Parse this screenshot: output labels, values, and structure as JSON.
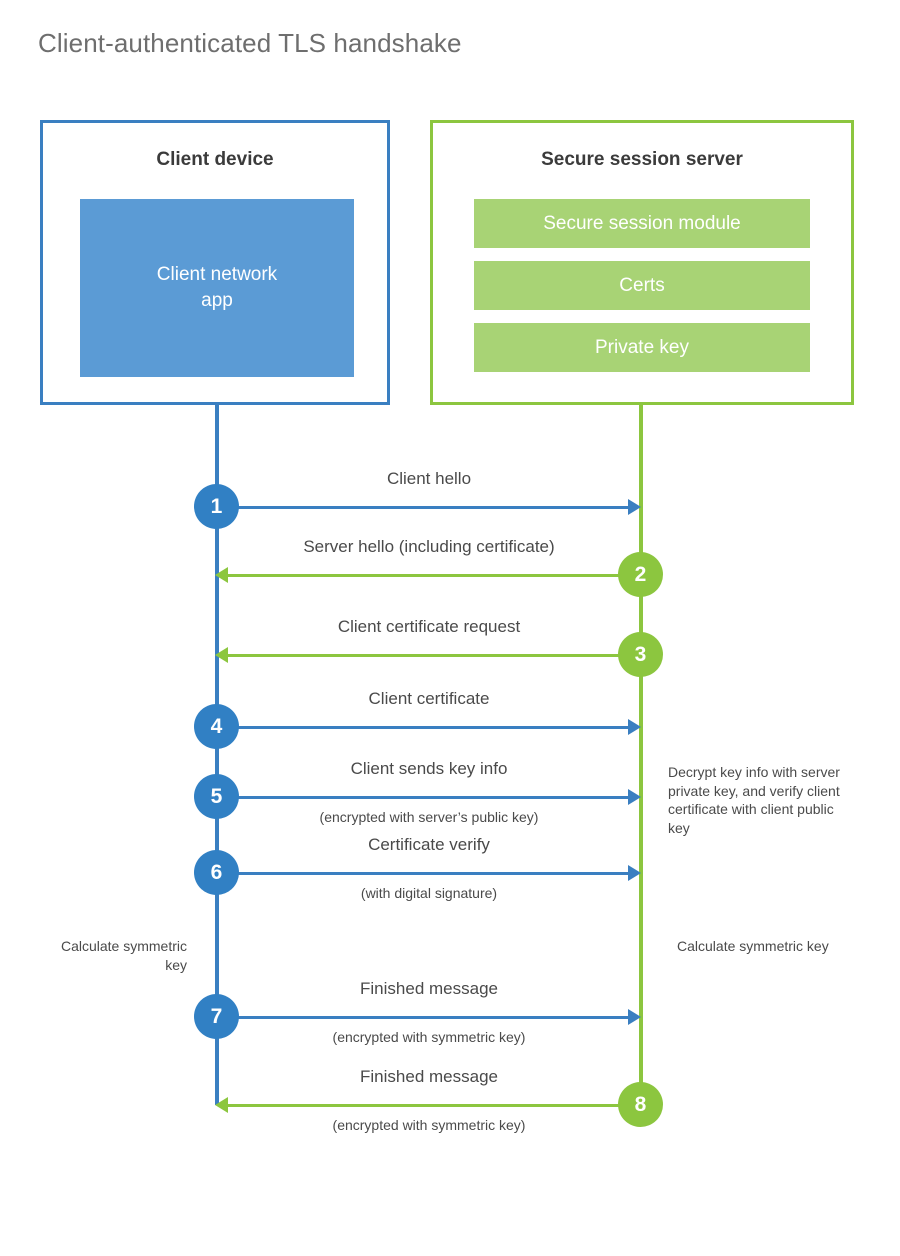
{
  "title": "Client-authenticated TLS handshake",
  "colors": {
    "client_blue": "#3a7fc1",
    "client_app_fill": "#5b9bd5",
    "client_circle": "#3180c4",
    "server_green": "#8cc63f",
    "server_bar_fill": "#a8d375",
    "title_gray": "#6e6e6e",
    "text_gray": "#4a4a4a"
  },
  "client": {
    "title": "Client device",
    "app_label": "Client network\napp"
  },
  "server": {
    "title": "Secure session server",
    "components": [
      "Secure session module",
      "Certs",
      "Private key"
    ]
  },
  "steps": [
    {
      "number": "1",
      "direction": "to-server",
      "label": "Client hello",
      "sublabel": ""
    },
    {
      "number": "2",
      "direction": "to-client",
      "label": "Server hello (including certificate)",
      "sublabel": ""
    },
    {
      "number": "3",
      "direction": "to-client",
      "label": "Client certificate request",
      "sublabel": ""
    },
    {
      "number": "4",
      "direction": "to-server",
      "label": "Client certificate",
      "sublabel": ""
    },
    {
      "number": "5",
      "direction": "to-server",
      "label": "Client sends key info",
      "sublabel": "(encrypted with server’s public key)"
    },
    {
      "number": "6",
      "direction": "to-server",
      "label": "Certificate verify",
      "sublabel": "(with digital signature)"
    },
    {
      "number": "7",
      "direction": "to-server",
      "label": "Finished message",
      "sublabel": "(encrypted with symmetric key)"
    },
    {
      "number": "8",
      "direction": "to-client",
      "label": "Finished message",
      "sublabel": "(encrypted with symmetric key)"
    }
  ],
  "notes": {
    "server_process": "Decrypt key info with server private key, and verify client certificate with client public key",
    "client_calculate": "Calculate symmetric key",
    "server_calculate": "Calculate symmetric key"
  }
}
